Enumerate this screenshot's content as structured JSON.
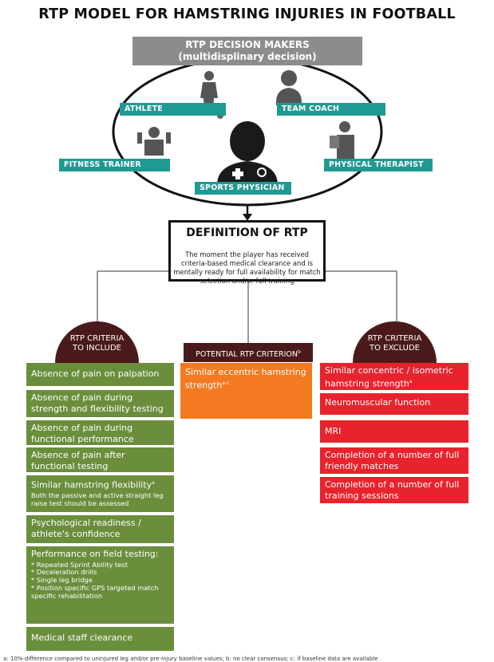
{
  "title": "RTP MODEL FOR HAMSTRING INJURIES IN FOOTBALL",
  "decision_makers": {
    "header_line1": "RTP DECISION MAKERS",
    "header_line2": "(multidisplinary decision)",
    "roles": [
      "ATHLETE",
      "TEAM COACH",
      "FITNESS TRAINER",
      "PHYSICAL THERAPIST",
      "SPORTS PHYSICIAN"
    ]
  },
  "definition": {
    "title": "DEFINITION OF RTP",
    "text": "The moment the player has received criteria-based medical clearance and is mentally ready for full availability for match selection and/or full training"
  },
  "include": {
    "header_line1": "RTP CRITERIA",
    "header_line2": "TO INCLUDE",
    "items": [
      "Absence of pain on palpation",
      "Absence of pain during strength and flexibility testing",
      "Absence of pain during functional performance",
      "Absence of pain after functional testing",
      "Similar hamstring flexibility",
      "Psychological readiness / athlete's confidence",
      "Performance on field testing:",
      "Medical staff clearance"
    ],
    "flexibility_note": "Both the passive and active straight leg raise test should be assessed",
    "field_tests": [
      "* Repeated Sprint Ability test",
      "* Deceleration drills",
      "* Single leg bridge",
      "* Position specific GPS targeted match specific rehabilitation"
    ]
  },
  "potential": {
    "header": "POTENTIAL RTP CRITERION",
    "header_sup": "b",
    "item": "Similar eccentric hamstring strength",
    "item_sup": "a c"
  },
  "exclude": {
    "header_line1": "RTP CRITERIA",
    "header_line2": "TO EXCLUDE",
    "items": [
      "Similar concentric / isometric hamstring strength",
      "Neuromuscular function",
      "MRI",
      "Completion of a number of full friendly matches",
      "Completion of a number of full training sessions"
    ]
  },
  "sup_a": "a",
  "footnote": "a: 10%-difference compared to uninjured leg and/or pre-injury baseline values; b: no clear consensus; c: if baseline data are available",
  "colors": {
    "teal": "#1f9a92",
    "green": "#6b8e3d",
    "red": "#e8232d",
    "orange": "#f47a22",
    "maroon": "#4a1a1a",
    "grey": "#8c8c8c"
  }
}
